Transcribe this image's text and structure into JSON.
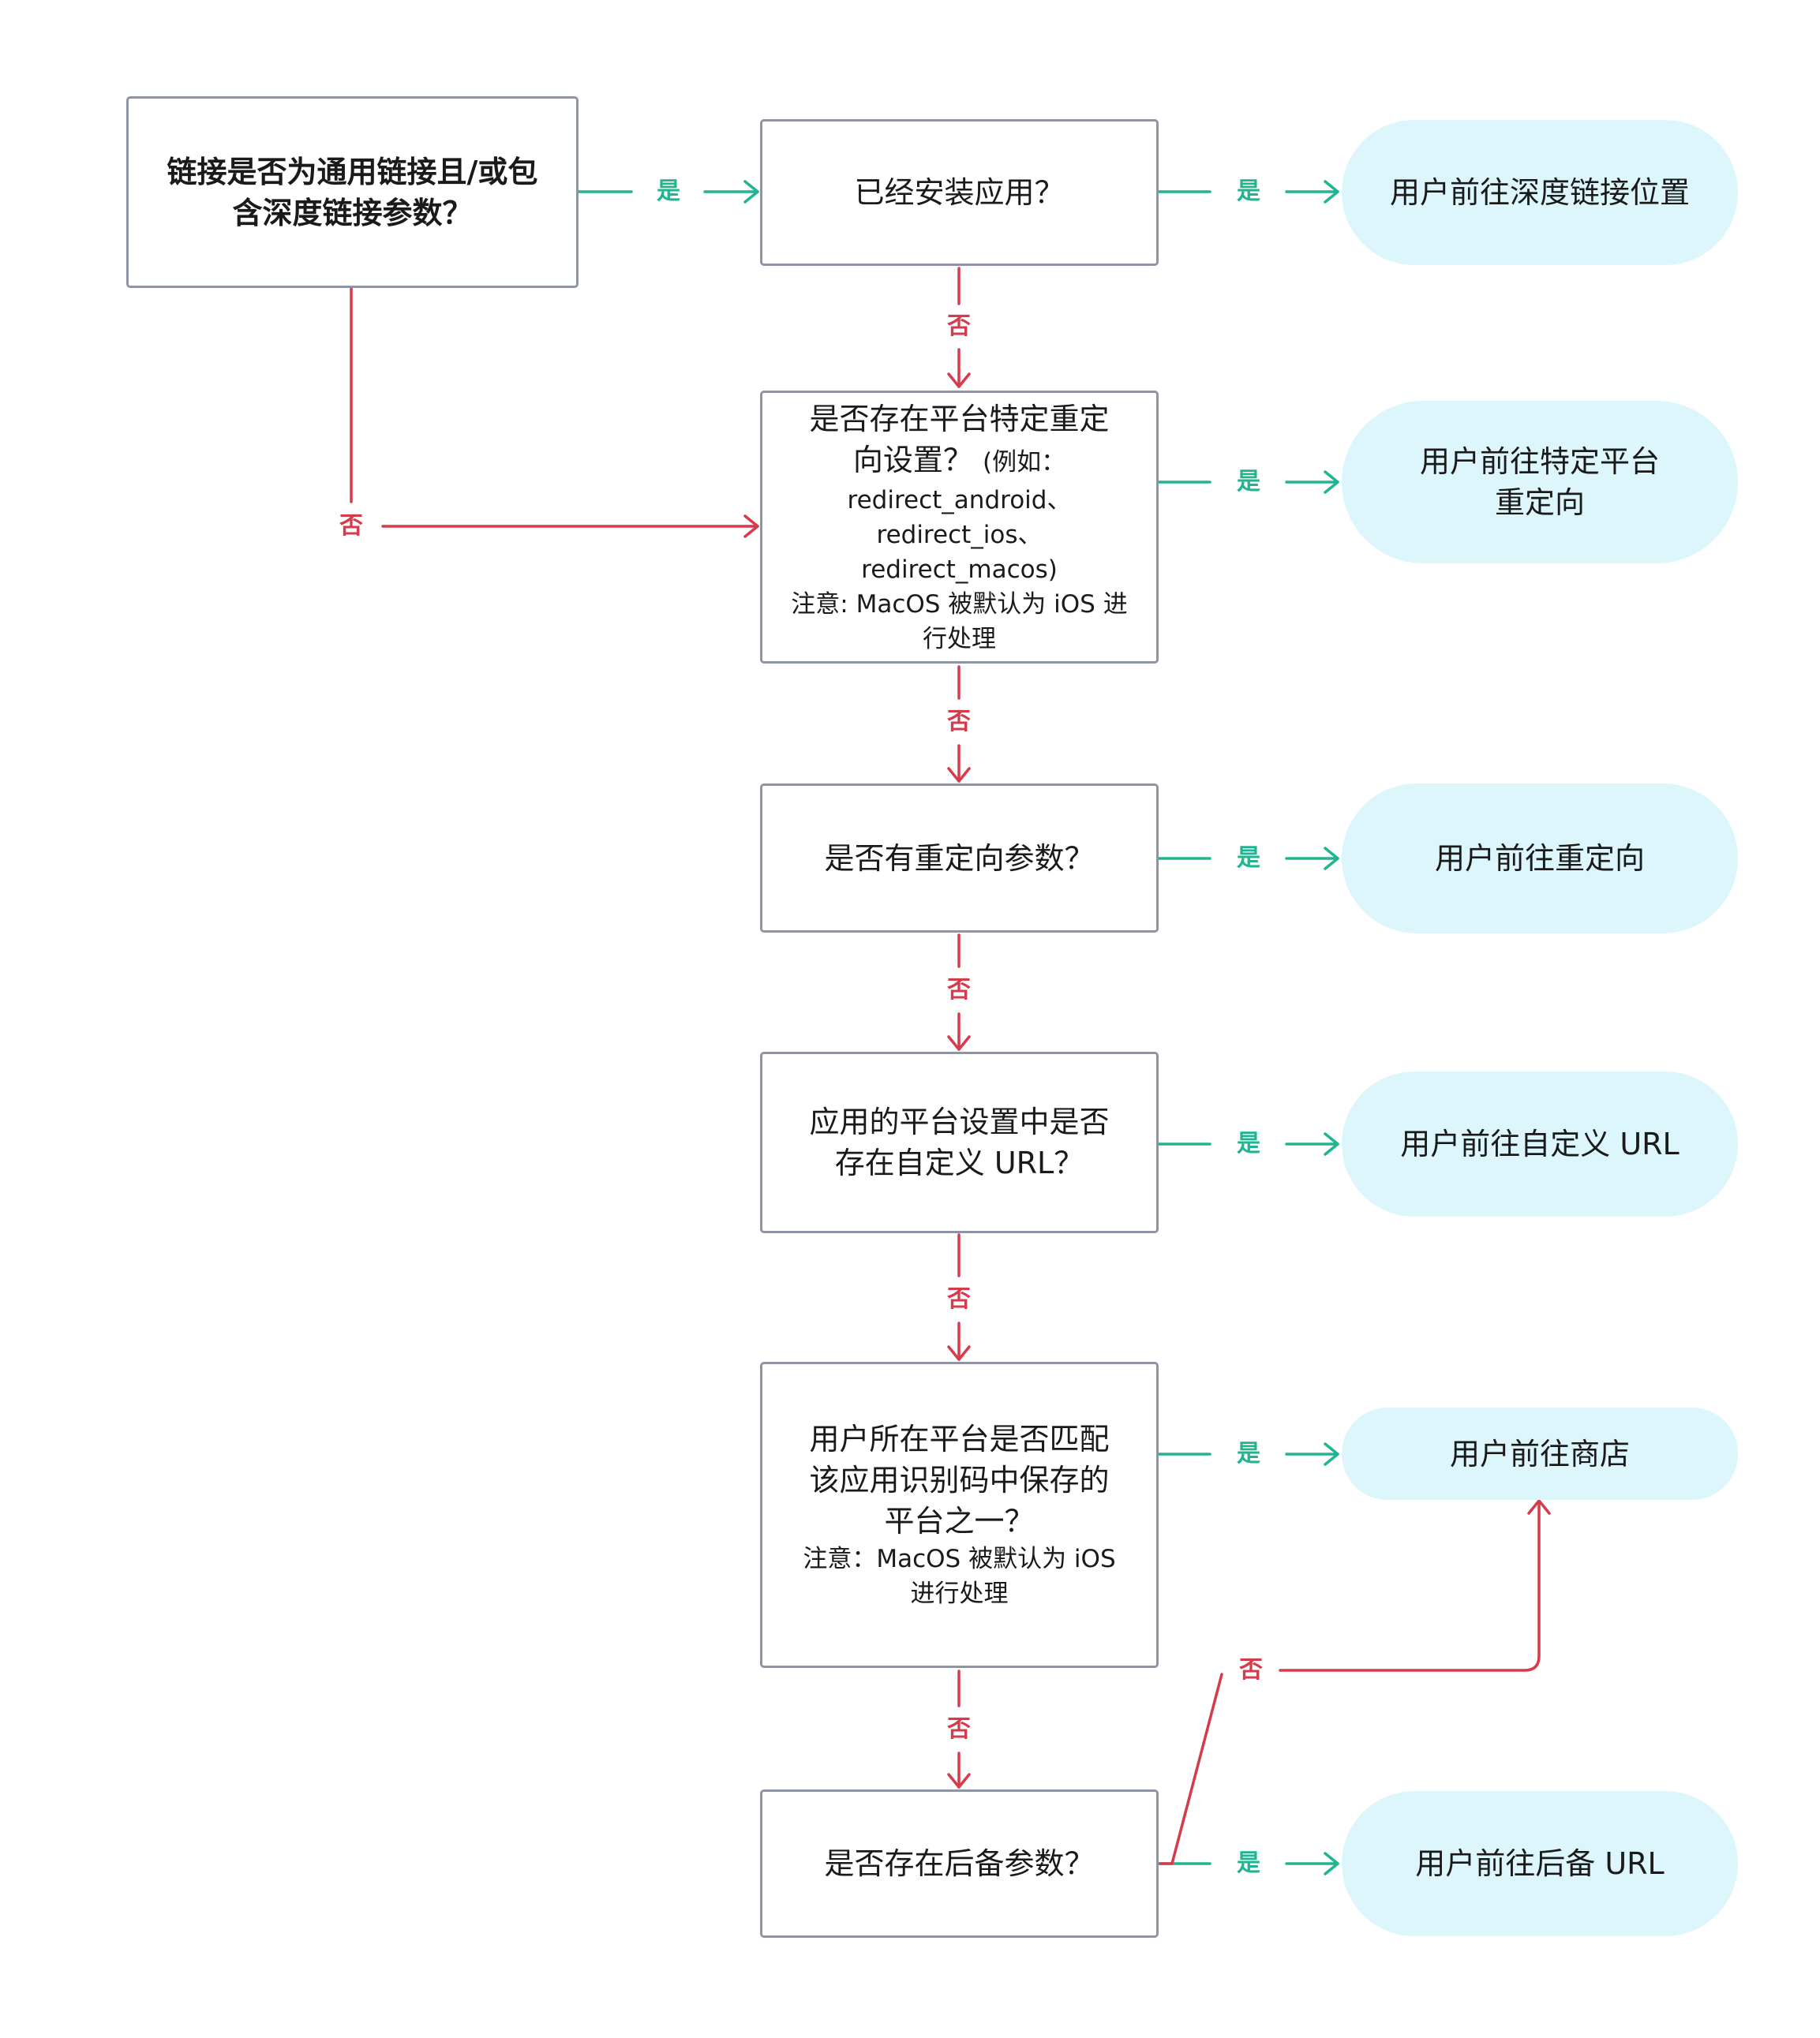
{
  "colors": {
    "yes": "#20b591",
    "no": "#d63b4b",
    "box_border": "#8f93a6",
    "outcome_fill": "#dcf6fb"
  },
  "labels": {
    "yes": "是",
    "no": "否"
  },
  "decisions": {
    "universal_link": "链接是否为通用链接且/或包\n含深度链接参数？",
    "app_installed": "已经安装应用？",
    "platform_redirect_main": "是否存在平台特定重定\n向设置？",
    "platform_redirect_example": "(例如：",
    "platform_redirect_detail": "redirect_android、\nredirect_ios、redirect_macos)\n注意: MacOS 被默认为 iOS 进\n行处理",
    "redirect_param": "是否有重定向参数？",
    "custom_url": "应用的平台设置中是否\n存在自定义 URL？",
    "platform_match_main": "用户所在平台是否匹配\n该应用识别码中保存的\n平台之一？",
    "platform_match_note": "注意：MacOS 被默认为 iOS\n进行处理",
    "fallback_param": "是否存在后备参数？"
  },
  "outcomes": {
    "deep_link": "用户前往深度链接位置",
    "platform_redirect": "用户前往特定平台\n重定向",
    "redirect": "用户前往重定向",
    "custom_url": "用户前往自定义 URL",
    "store": "用户前往商店",
    "fallback_url": "用户前往后备 URL"
  }
}
